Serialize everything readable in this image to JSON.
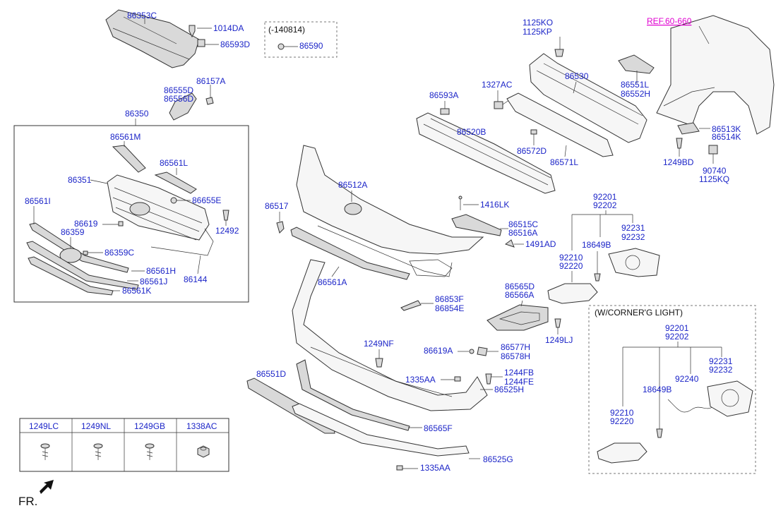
{
  "labels": {
    "p86353C": "86353C",
    "p1014DA": "1014DA",
    "p86593D": "86593D",
    "date_note": "(-140814)",
    "p86590": "86590",
    "p86157A": "86157A",
    "p86555D": "86555D",
    "p86556D": "86556D",
    "p86350": "86350",
    "p86561M": "86561M",
    "p86561L": "86561L",
    "p86351": "86351",
    "p86655E": "86655E",
    "p86561I": "86561I",
    "p86619a": "86619",
    "p12492": "12492",
    "p86359": "86359",
    "p86359C": "86359C",
    "p86561H": "86561H",
    "p86144": "86144",
    "p86561J": "86561J",
    "p86561K": "86561K",
    "p1125KO": "1125KO",
    "p1125KP": "1125KP",
    "p86530": "86530",
    "p1327AC": "1327AC",
    "p86593A": "86593A",
    "p86520B": "86520B",
    "p86572D": "86572D",
    "p86571L": "86571L",
    "ref": "REF.60-660",
    "p86551L": "86551L",
    "p86552H": "86552H",
    "p86513K": "86513K",
    "p86514K": "86514K",
    "p1249BD": "1249BD",
    "p90740": "90740",
    "p1125KQ": "1125KQ",
    "p86512A": "86512A",
    "p86517": "86517",
    "p1416LK": "1416LK",
    "p86515C": "86515C",
    "p86516A": "86516A",
    "p1491AD": "1491AD",
    "p92201a": "92201",
    "p92202a": "92202",
    "p92231a": "92231",
    "p92232a": "92232",
    "p18649Ba": "18649B",
    "p92210a": "92210",
    "p92220a": "92220",
    "p86561A": "86561A",
    "p86853F": "86853F",
    "p86854E": "86854E",
    "p86565D": "86565D",
    "p86566A": "86566A",
    "p1249LJ": "1249LJ",
    "corner_title": "(W/CORNER'G LIGHT)",
    "p92201b": "92201",
    "p92202b": "92202",
    "p92231b": "92231",
    "p92232b": "92232",
    "p92240": "92240",
    "p18649Bb": "18649B",
    "p92210b": "92210",
    "p92220b": "92220",
    "p1249NF": "1249NF",
    "p86619Ab": "86619A",
    "p86577H": "86577H",
    "p86578H": "86578H",
    "p86551D": "86551D",
    "p1335AAa": "1335AA",
    "p1244FB": "1244FB",
    "p1244FE": "1244FE",
    "p86525H": "86525H",
    "p86565F": "86565F",
    "p86525G": "86525G",
    "p1335AAb": "1335AA",
    "fr": "FR."
  },
  "fastener_table": {
    "headers": [
      "1249LC",
      "1249NL",
      "1249GB",
      "1338AC"
    ],
    "icons": [
      "screw-icon",
      "screw-icon",
      "screw-icon",
      "nut-icon"
    ]
  },
  "colors": {
    "part_number": "#1c25c8",
    "reference": "#e000d0"
  }
}
